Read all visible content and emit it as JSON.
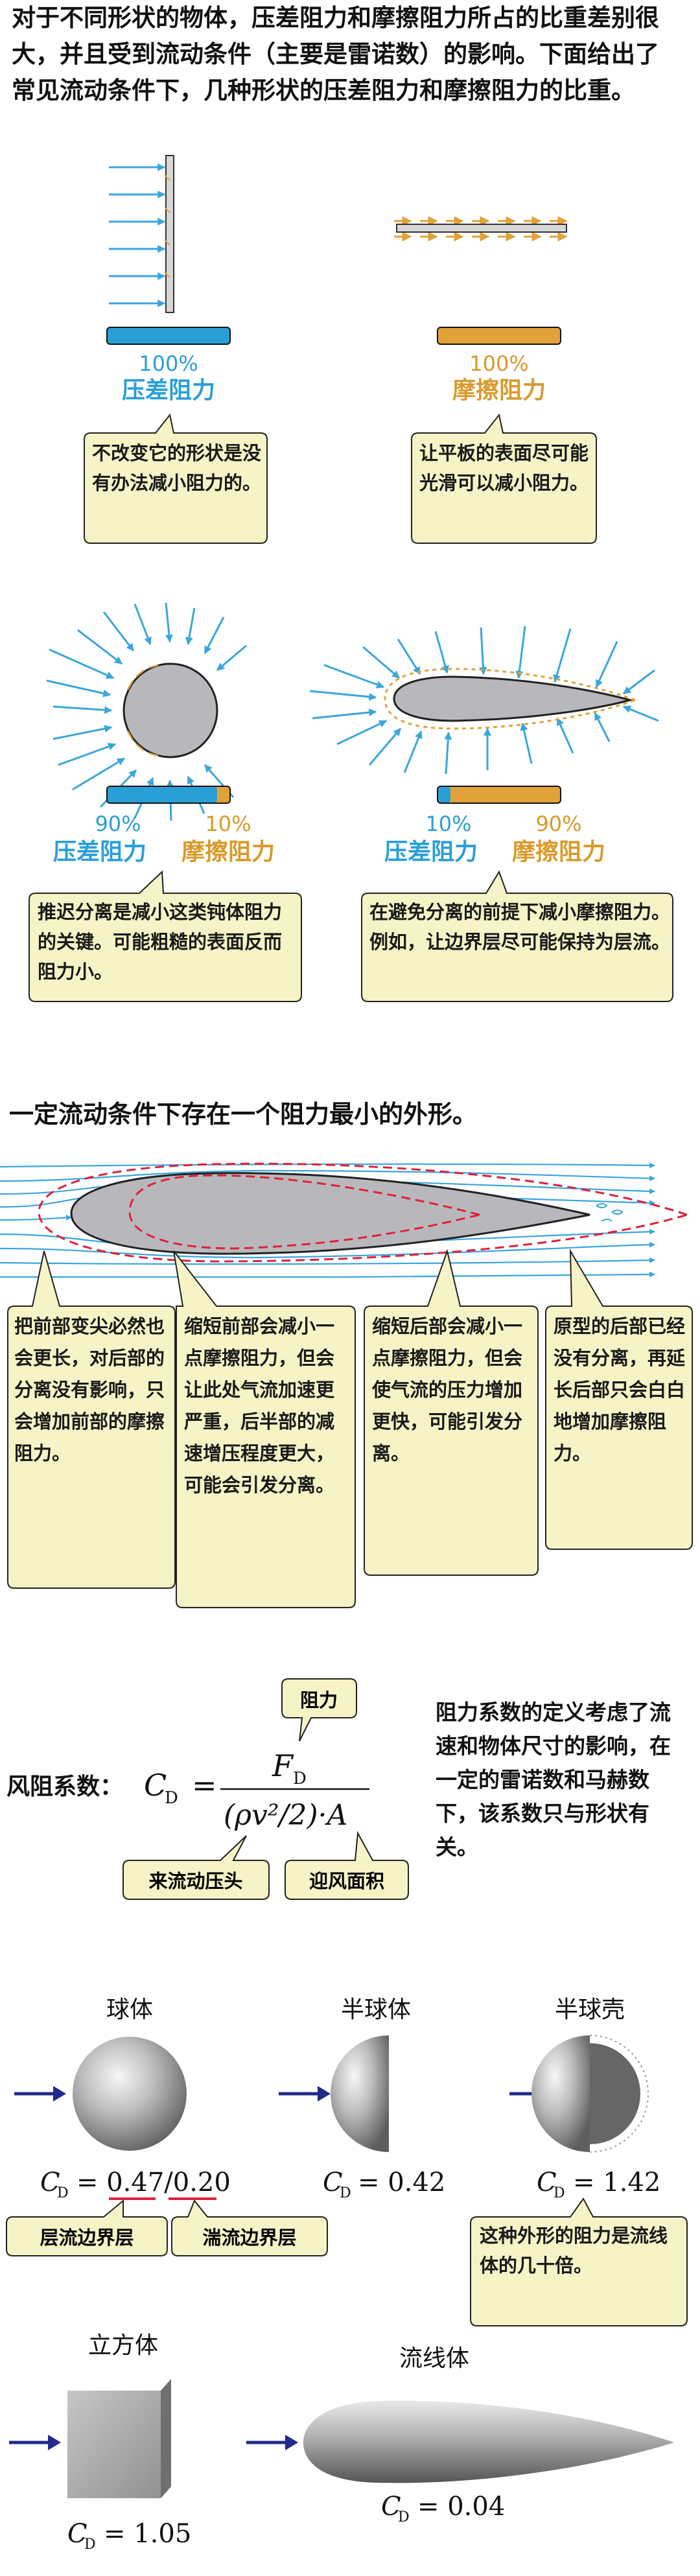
{
  "intro_text": "对于不同形状的物体，压差阻力和摩擦阻力所占的比重差别很大，并且受到流动条件（主要是雷诺数）的影响。下面给出了常见流动条件下，几种形状的压差阻力和摩擦阻力的比重。",
  "colors": {
    "pressure_drag": "#2a9fd6",
    "friction_drag": "#e2a23a",
    "bubble_fill": "#f6f3c6",
    "dashed_outline": "#e0203a",
    "flow_lines": "#3aa6dc",
    "arrow_navy": "#1f2a8a"
  },
  "shapes": [
    {
      "name": "plate-perpendicular",
      "pressure_pct": "100%",
      "label": "压差阻力",
      "note": "不改变它的形状是没有办法减小阻力的。"
    },
    {
      "name": "plate-parallel",
      "friction_pct": "100%",
      "label": "摩擦阻力",
      "note": "让平板的表面尽可能光滑可以减小阻力。"
    },
    {
      "name": "cylinder",
      "pressure_pct": "90%",
      "friction_pct": "10%",
      "pressure_label": "压差阻力",
      "friction_label": "摩擦阻力",
      "pressure_fraction": 0.9,
      "note": "推迟分离是减小这类钝体阻力的关键。可能粗糙的表面反而阻力小。"
    },
    {
      "name": "airfoil",
      "pressure_pct": "10%",
      "friction_pct": "90%",
      "pressure_label": "压差阻力",
      "friction_label": "摩擦阻力",
      "pressure_fraction": 0.1,
      "note": "在避免分离的前提下减小摩擦阻力。例如，让边界层尽可能保持为层流。"
    }
  ],
  "optimum": {
    "heading": "一定流动条件下存在一个阻力最小的外形。",
    "notes": [
      "把前部变尖必然也会更长，对后部的分离没有影响，只会增加前部的摩擦阻力。",
      "缩短前部会减小一点摩擦阻力，但会让此处气流加速更严重，后半部的减速增压程度更大，可能会引发分离。",
      "缩短后部会减小一点摩擦阻力，但会使气流的压力增加更快，可能引发分离。",
      "原型的后部已经没有分离，再延长后部只会白白地增加摩擦阻力。"
    ]
  },
  "drag_coefficient": {
    "label": "风阻系数：",
    "symbol": "C",
    "sub": "D",
    "numerator": "F",
    "numerator_sub": "D",
    "denominator": "(ρv²/2)·A",
    "bubble_force": "阻力",
    "bubble_pressure": "来流动压头",
    "bubble_area": "迎风面积",
    "note": "阻力系数的定义考虑了流速和物体尺寸的影响，在一定的雷诺数和马赫数下，该系数只与形状有关。"
  },
  "bodies": [
    {
      "name": "球体",
      "cd_text": "= 0.47/0.20",
      "laminar": "层流边界层",
      "turbulent": "湍流边界层"
    },
    {
      "name": "半球体",
      "cd_text": "= 0.42"
    },
    {
      "name": "半球壳",
      "cd_text": "= 1.42",
      "note": "这种外形的阻力是流线体的几十倍。"
    },
    {
      "name": "立方体",
      "cd_text": "= 1.05"
    },
    {
      "name": "流线体",
      "cd_text": "= 0.04"
    }
  ]
}
